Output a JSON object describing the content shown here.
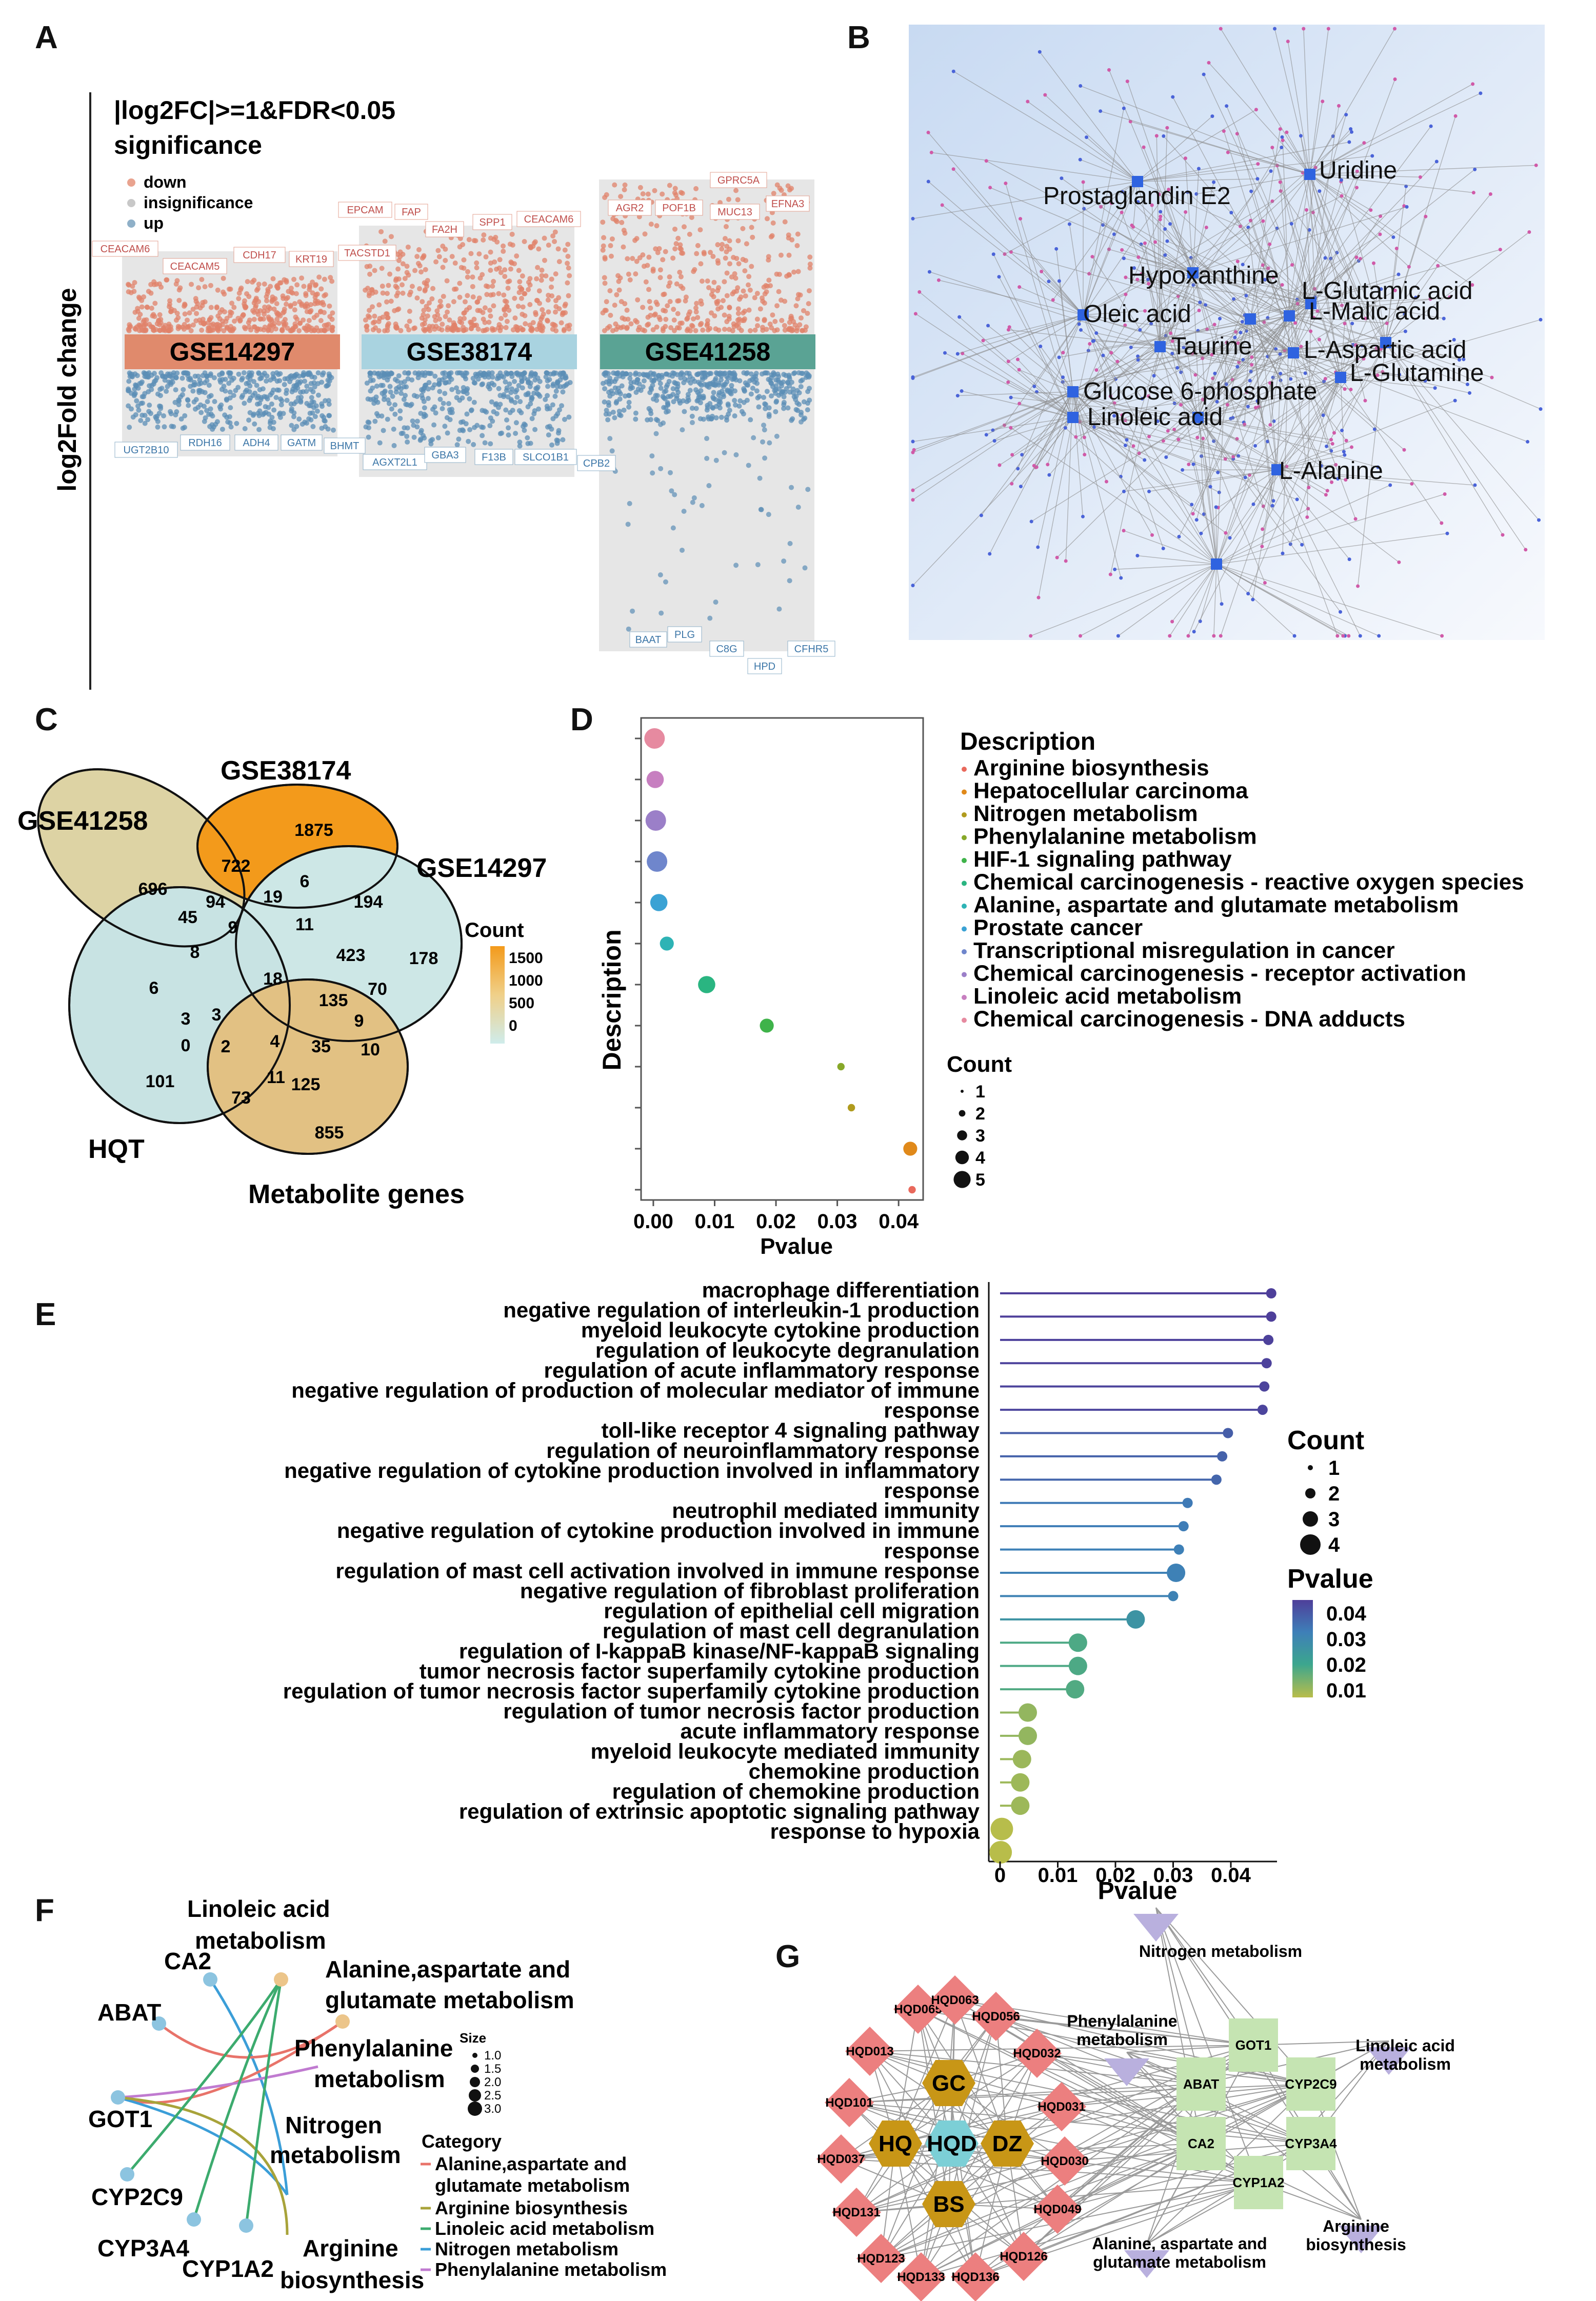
{
  "panels": {
    "a": "A",
    "b": "B",
    "c": "C",
    "d": "D",
    "e": "E",
    "f": "F",
    "g": "G"
  },
  "panel_a": {
    "title_line1": "|log2FC|>=1&FDR<0.05",
    "title_line2": "significance",
    "legend": [
      "down",
      "insignificance",
      "up"
    ],
    "legend_colors": [
      "#e9a38f",
      "#c8c8c8",
      "#8fb0c8"
    ],
    "ylabel": "log2Fold change",
    "datasets": [
      {
        "name": "GSE14297",
        "color": "#e08a6c",
        "up_genes": [
          "CEACAM6",
          "CEACAM5",
          "CDH17",
          "KRT19",
          "TACSTD1"
        ],
        "down_genes": [
          "UGT2B10",
          "RDH16",
          "ADH4",
          "GATM",
          "BHMT"
        ]
      },
      {
        "name": "GSE38174",
        "color": "#a9d3e0",
        "up_genes": [
          "EPCAM",
          "FAP",
          "FA2H",
          "SPP1",
          "CEACAM6"
        ],
        "down_genes": [
          "AGXT2L1",
          "GBA3",
          "F13B",
          "SLCO1B1",
          "CPB2"
        ]
      },
      {
        "name": "GSE41258",
        "color": "#5aa394",
        "up_genes": [
          "GPRC5A",
          "AGR2",
          "POF1B",
          "MUC13",
          "EFNA3"
        ],
        "down_genes": [
          "BAAT",
          "PLG",
          "C8G",
          "CFHR5",
          "HPD"
        ]
      }
    ]
  },
  "panel_b": {
    "hubs": [
      "Prostaglandin E2",
      "Uridine",
      "Hypoxanthine",
      "L-Glutamic acid",
      "Oleic acid",
      "L-Malic acid",
      "Taurine",
      "L-Aspartic acid",
      "L-Glutamine",
      "Glucose 6-phosphate",
      "Linoleic acid",
      "L-Alanine"
    ]
  },
  "panel_c": {
    "sets": [
      "GSE38174",
      "GSE41258",
      "GSE14297",
      "HQT",
      "Metabolite genes"
    ],
    "counts": [
      "1875",
      "722",
      "696",
      "94",
      "19",
      "6",
      "194",
      "45",
      "9",
      "11",
      "178",
      "8",
      "423",
      "18",
      "70",
      "6",
      "135",
      "9",
      "3",
      "3",
      "0",
      "2",
      "4",
      "35",
      "10",
      "101",
      "73",
      "11",
      "125",
      "855"
    ],
    "legend_title": "Count",
    "legend_ticks": [
      "1500",
      "1000",
      "500",
      "0"
    ]
  },
  "panel_d": {
    "legend_title": "Description",
    "ylabel": "Description",
    "xlabel": "Pvalue",
    "xticks": [
      "0.00",
      "0.01",
      "0.02",
      "0.03",
      "0.04"
    ],
    "size_title": "Count",
    "size_ticks": [
      "1",
      "2",
      "3",
      "4",
      "5"
    ],
    "chart_data": {
      "type": "scatter",
      "xlabel": "Pvalue",
      "ylabel": "Description",
      "xlim": [
        -0.002,
        0.044
      ],
      "points": [
        {
          "term": "Chemical carcinogenesis - DNA adducts",
          "pvalue": 0.0002,
          "count": 5,
          "color": "#e68aa0"
        },
        {
          "term": "Linoleic acid metabolism",
          "pvalue": 0.0003,
          "count": 4,
          "color": "#c77fc0"
        },
        {
          "term": "Chemical carcinogenesis - receptor activation",
          "pvalue": 0.0004,
          "count": 5,
          "color": "#9b7fc8"
        },
        {
          "term": "Transcriptional misregulation in cancer",
          "pvalue": 0.0006,
          "count": 5,
          "color": "#6f86cc"
        },
        {
          "term": "Prostate cancer",
          "pvalue": 0.0009,
          "count": 4,
          "color": "#3aa2d4"
        },
        {
          "term": "Alanine, aspartate and glutamate metabolism",
          "pvalue": 0.0022,
          "count": 3,
          "color": "#2eb3b5"
        },
        {
          "term": "Chemical carcinogenesis - reactive oxygen species",
          "pvalue": 0.0087,
          "count": 4,
          "color": "#2ab581"
        },
        {
          "term": "HIF-1 signaling pathway",
          "pvalue": 0.0185,
          "count": 3,
          "color": "#3fb34a"
        },
        {
          "term": "Phenylalanine metabolism",
          "pvalue": 0.0306,
          "count": 1,
          "color": "#87a829"
        },
        {
          "term": "Nitrogen metabolism",
          "pvalue": 0.0323,
          "count": 1,
          "color": "#b09b1e"
        },
        {
          "term": "Hepatocellular carcinoma",
          "pvalue": 0.0419,
          "count": 3,
          "color": "#e0891a"
        },
        {
          "term": "Arginine biosynthesis",
          "pvalue": 0.0422,
          "count": 1,
          "color": "#e9695c"
        }
      ]
    }
  },
  "panel_e": {
    "xlabel": "Pvalue",
    "xticks": [
      "0",
      "0.01",
      "0.02",
      "0.03",
      "0.04"
    ],
    "count_title": "Count",
    "count_ticks": [
      "1",
      "2",
      "3",
      "4"
    ],
    "pvalue_title": "Pvalue",
    "pvalue_ticks": [
      "0.04",
      "0.03",
      "0.02",
      "0.01"
    ],
    "chart_data": {
      "type": "lollipop",
      "xlabel": "Pvalue",
      "xlim": [
        0,
        0.048
      ],
      "terms": [
        {
          "lines": [
            "macrophage differentiation"
          ],
          "pvalue": 0.047,
          "count": 1
        },
        {
          "lines": [
            "negative regulation of interleukin-1 production"
          ],
          "pvalue": 0.047,
          "count": 1
        },
        {
          "lines": [
            "myeloid leukocyte cytokine production"
          ],
          "pvalue": 0.0465,
          "count": 1
        },
        {
          "lines": [
            "regulation of leukocyte degranulation"
          ],
          "pvalue": 0.0462,
          "count": 1
        },
        {
          "lines": [
            "regulation of acute inflammatory response"
          ],
          "pvalue": 0.0458,
          "count": 1
        },
        {
          "lines": [
            "negative regulation of production of molecular mediator of immune",
            "response"
          ],
          "pvalue": 0.0455,
          "count": 1
        },
        {
          "lines": [
            "toll-like receptor 4 signaling pathway"
          ],
          "pvalue": 0.0395,
          "count": 1
        },
        {
          "lines": [
            "regulation of neuroinflammatory response"
          ],
          "pvalue": 0.0385,
          "count": 1
        },
        {
          "lines": [
            "negative regulation of cytokine production involved in inflammatory",
            "response"
          ],
          "pvalue": 0.0375,
          "count": 1
        },
        {
          "lines": [
            "neutrophil mediated immunity"
          ],
          "pvalue": 0.0325,
          "count": 1
        },
        {
          "lines": [
            "negative regulation of cytokine production involved in immune",
            "response"
          ],
          "pvalue": 0.0318,
          "count": 1
        },
        {
          "lines": [
            "regulation of mast cell activation involved in immune response"
          ],
          "pvalue": 0.031,
          "count": 1
        },
        {
          "lines": [
            "negative regulation of fibroblast proliferation"
          ],
          "pvalue": 0.0305,
          "count": 3
        },
        {
          "lines": [
            "regulation of epithelial cell migration"
          ],
          "pvalue": 0.03,
          "count": 1
        },
        {
          "lines": [
            "regulation of mast cell degranulation"
          ],
          "pvalue": 0.0235,
          "count": 3
        },
        {
          "lines": [
            "regulation of I-kappaB kinase/NF-kappaB signaling"
          ],
          "pvalue": 0.0135,
          "count": 3
        },
        {
          "lines": [
            "tumor necrosis factor superfamily cytokine production"
          ],
          "pvalue": 0.0135,
          "count": 3
        },
        {
          "lines": [
            "regulation of tumor necrosis factor superfamily cytokine production"
          ],
          "pvalue": 0.013,
          "count": 3
        },
        {
          "lines": [
            "regulation of tumor necrosis factor production"
          ],
          "pvalue": 0.0048,
          "count": 3
        },
        {
          "lines": [
            "acute inflammatory response"
          ],
          "pvalue": 0.0048,
          "count": 3
        },
        {
          "lines": [
            "myeloid leukocyte mediated immunity"
          ],
          "pvalue": 0.0038,
          "count": 3
        },
        {
          "lines": [
            "chemokine production"
          ],
          "pvalue": 0.0035,
          "count": 3
        },
        {
          "lines": [
            "regulation of chemokine production"
          ],
          "pvalue": 0.0035,
          "count": 3
        },
        {
          "lines": [
            "regulation of extrinsic apoptotic signaling pathway"
          ],
          "pvalue": 0.0003,
          "count": 4
        },
        {
          "lines": [
            "response to hypoxia"
          ],
          "pvalue": 0.0001,
          "count": 4
        }
      ]
    }
  },
  "panel_f": {
    "genes": [
      "CA2",
      "ABAT",
      "GOT1",
      "CYP2C9",
      "CYP3A4",
      "CYP1A2"
    ],
    "pathways": [
      "Linoleic acid metabolism",
      "Alanine,aspartate and glutamate metabolism",
      "Phenylalanine metabolism",
      "Nitrogen metabolism",
      "Arginine biosynthesis"
    ],
    "pathway_labels": [
      [
        "Linoleic acid",
        "metabolism"
      ],
      [
        "Alanine,aspartate and",
        "glutamate metabolism"
      ],
      [
        "Phenylalanine",
        "metabolism"
      ],
      [
        "Nitrogen",
        "metabolism"
      ],
      [
        "Arginine",
        "biosynthesis"
      ]
    ],
    "size_title": "Size",
    "size_ticks": [
      "1.0",
      "1.5",
      "2.0",
      "2.5",
      "3.0"
    ],
    "category_title": "Category",
    "categories": [
      {
        "label": [
          "Alanine,aspartate and",
          "glutamate metabolism"
        ],
        "color": "#e8736a"
      },
      {
        "label": [
          "Arginine biosynthesis"
        ],
        "color": "#a8a33a"
      },
      {
        "label": [
          "Linoleic acid metabolism"
        ],
        "color": "#3cab6e"
      },
      {
        "label": [
          "Nitrogen metabolism"
        ],
        "color": "#3b9ed8"
      },
      {
        "label": [
          "Phenylalanine metabolism"
        ],
        "color": "#c07bd0"
      }
    ]
  },
  "panel_g": {
    "herbs": [
      "GC",
      "HQ",
      "HQD",
      "DZ",
      "BS"
    ],
    "compounds": [
      "HQD065",
      "HQD063",
      "HQD056",
      "HQD013",
      "HQD032",
      "HQD101",
      "HQD031",
      "HQD037",
      "HQD030",
      "HQD131",
      "HQD049",
      "HQD123",
      "HQD126",
      "HQD133",
      "HQD136"
    ],
    "targets": [
      "GOT1",
      "ABAT",
      "CYP2C9",
      "CA2",
      "CYP3A4",
      "CYP1A2"
    ],
    "pathways": [
      [
        "Nitrogen metabolism"
      ],
      [
        "Phenylalanine",
        "metabolism"
      ],
      [
        "Linoleic acid",
        "metabolism"
      ],
      [
        "Alanine, aspartate and",
        "glutamate metabolism"
      ],
      [
        "Arginine",
        "biosynthesis"
      ]
    ]
  }
}
